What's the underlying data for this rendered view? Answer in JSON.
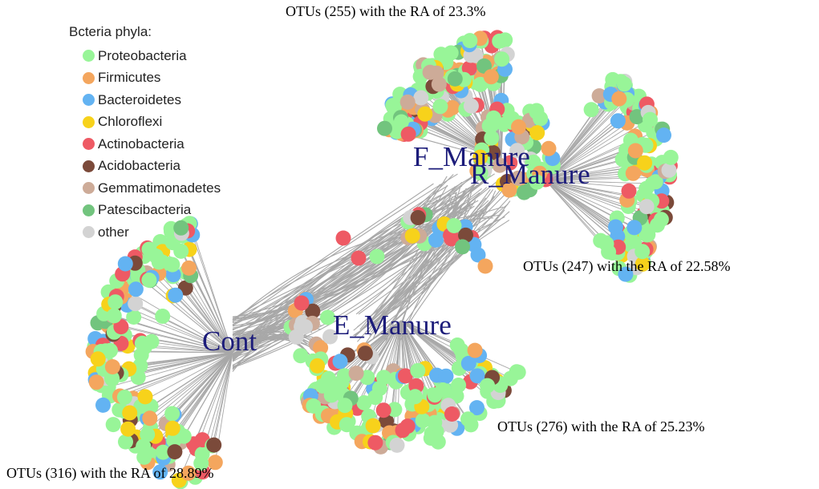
{
  "legend": {
    "title": "Bcteria phyla:",
    "items": [
      {
        "label": "Proteobacteria",
        "color": "#98f598"
      },
      {
        "label": "Firmicutes",
        "color": "#f4a65e"
      },
      {
        "label": "Bacteroidetes",
        "color": "#63b3f2"
      },
      {
        "label": "Chloroflexi",
        "color": "#f7d21b"
      },
      {
        "label": "Actinobacteria",
        "color": "#ee5a64"
      },
      {
        "label": "Acidobacteria",
        "color": "#7b4a3a"
      },
      {
        "label": "Gemmatimonadetes",
        "color": "#cdab98"
      },
      {
        "label": "Patescibacteria",
        "color": "#72c47e"
      },
      {
        "label": "other",
        "color": "#d3d3d3"
      }
    ]
  },
  "groups": {
    "cont": "Cont",
    "f_manure": "F_Manure",
    "r_manure": "R_Manure",
    "e_manure": "E_Manure"
  },
  "captions": {
    "top": "OTUs (255) with the RA of 23.3%",
    "right": "OTUs (247) with the RA of 22.58%",
    "bottom_right": "OTUs (276) with the RA of 25.23%",
    "bottom_left": "OTUs (316) with the RA of 28.89%"
  },
  "colors": {
    "edge": "#a8a8a8",
    "label": "#1c1c7a"
  }
}
